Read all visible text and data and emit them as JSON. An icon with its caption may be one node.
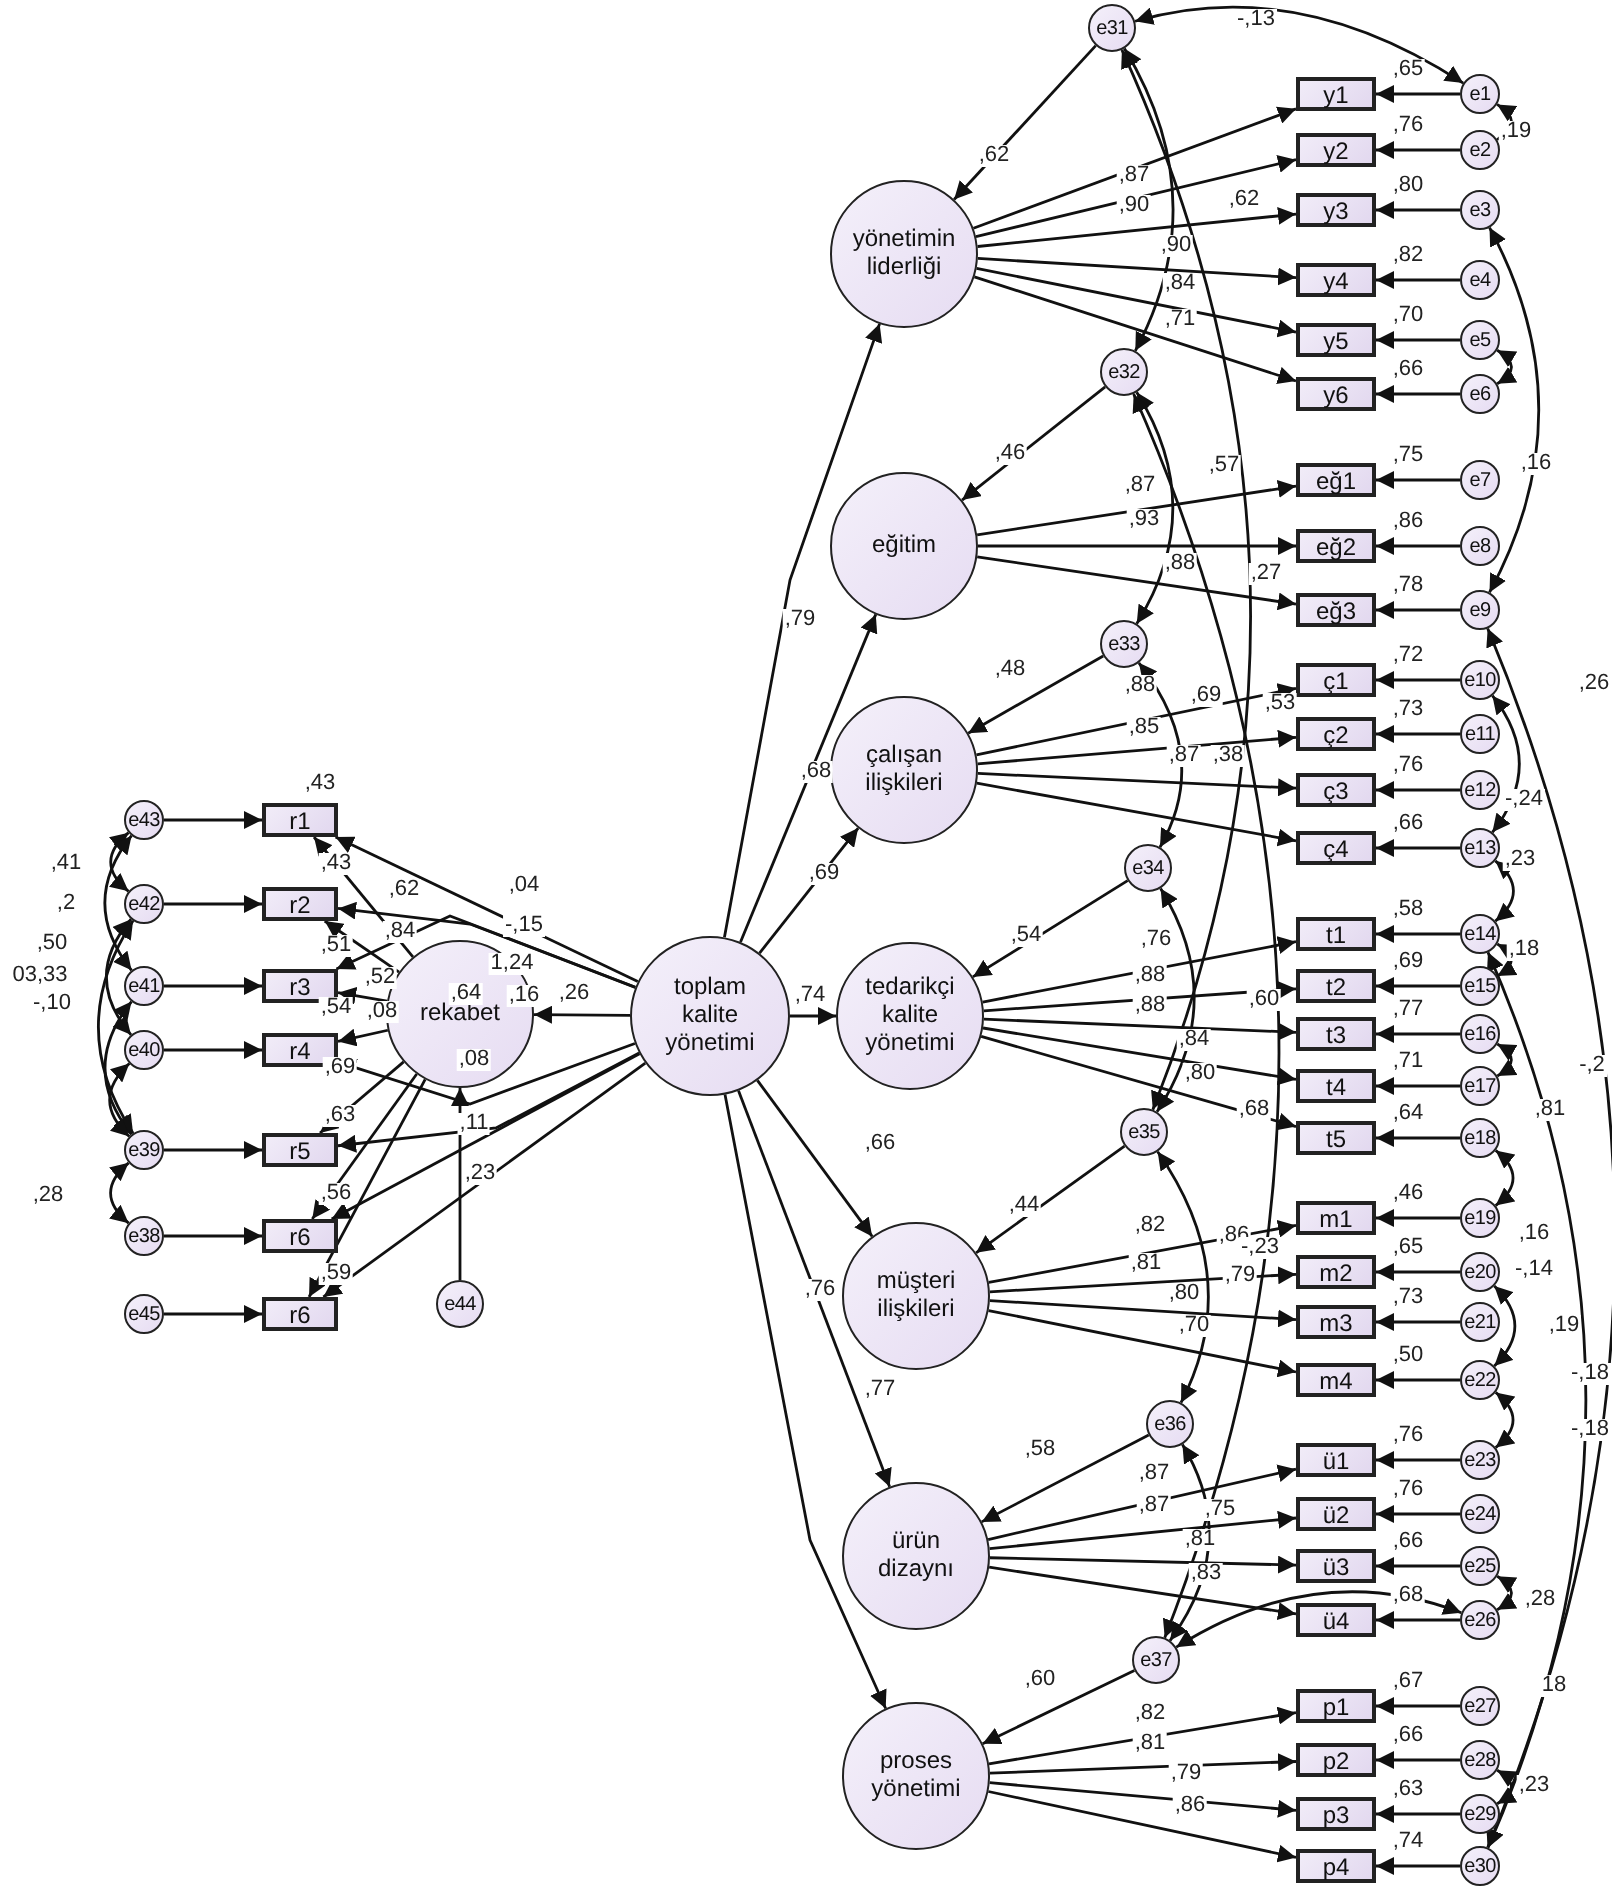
{
  "diagram": {
    "nodes": [
      {
        "text": [
          "yönetimin liderliği"
        ]
      },
      {
        "text": [
          "eğitim"
        ]
      },
      {
        "text": [
          "çalışan ilişkileri"
        ]
      },
      {
        "text": [
          "tedarikçi kalite yönetimi"
        ]
      },
      {
        "text": [
          "müşteri ilişkileri"
        ]
      },
      {
        "text": [
          "ürün dizaynı"
        ]
      },
      {
        "text": [
          "proses yönetimi"
        ]
      },
      {
        "text": [
          "toplam kalite yönetimi"
        ]
      },
      {
        "text": [
          "rekabet"
        ]
      },
      {
        "text": [
          "y1"
        ]
      },
      {
        "text": [
          "y2"
        ]
      },
      {
        "text": [
          "y3"
        ]
      },
      {
        "text": [
          "y4"
        ]
      },
      {
        "text": [
          "y5"
        ]
      },
      {
        "text": [
          "y6"
        ]
      },
      {
        "text": [
          "eğ1"
        ]
      },
      {
        "text": [
          "eğ2"
        ]
      },
      {
        "text": [
          "eğ3"
        ]
      },
      {
        "text": [
          "ç1"
        ]
      },
      {
        "text": [
          "ç2"
        ]
      },
      {
        "text": [
          "ç3"
        ]
      },
      {
        "text": [
          "ç4"
        ]
      },
      {
        "text": [
          "t1"
        ]
      },
      {
        "text": [
          "t2"
        ]
      },
      {
        "text": [
          "t3"
        ]
      },
      {
        "text": [
          "t4"
        ]
      },
      {
        "text": [
          "t5"
        ]
      },
      {
        "text": [
          "m1"
        ]
      },
      {
        "text": [
          "m2"
        ]
      },
      {
        "text": [
          "m3"
        ]
      },
      {
        "text": [
          "m4"
        ]
      },
      {
        "text": [
          "ü1"
        ]
      },
      {
        "text": [
          "ü2"
        ]
      },
      {
        "text": [
          "ü3"
        ]
      },
      {
        "text": [
          "ü4"
        ]
      },
      {
        "text": [
          "p1"
        ]
      },
      {
        "text": [
          "p2"
        ]
      },
      {
        "text": [
          "p3"
        ]
      },
      {
        "text": [
          "p4"
        ]
      },
      {
        "text": [
          "e1"
        ]
      },
      {
        "text": [
          "e2"
        ]
      },
      {
        "text": [
          "e3"
        ]
      },
      {
        "text": [
          "e4"
        ]
      },
      {
        "text": [
          "e5"
        ]
      },
      {
        "text": [
          "e6"
        ]
      },
      {
        "text": [
          "e7"
        ]
      },
      {
        "text": [
          "e8"
        ]
      },
      {
        "text": [
          "e9"
        ]
      },
      {
        "text": [
          "e10"
        ]
      },
      {
        "text": [
          "e11"
        ]
      },
      {
        "text": [
          "e12"
        ]
      },
      {
        "text": [
          "e13"
        ]
      },
      {
        "text": [
          "e14"
        ]
      },
      {
        "text": [
          "e15"
        ]
      },
      {
        "text": [
          "e16"
        ]
      },
      {
        "text": [
          "e17"
        ]
      },
      {
        "text": [
          "e18"
        ]
      },
      {
        "text": [
          "e19"
        ]
      },
      {
        "text": [
          "e20"
        ]
      },
      {
        "text": [
          "e21"
        ]
      },
      {
        "text": [
          "e22"
        ]
      },
      {
        "text": [
          "e23"
        ]
      },
      {
        "text": [
          "e24"
        ]
      },
      {
        "text": [
          "e25"
        ]
      },
      {
        "text": [
          "e26"
        ]
      },
      {
        "text": [
          "e27"
        ]
      },
      {
        "text": [
          "e28"
        ]
      },
      {
        "text": [
          "e29"
        ]
      },
      {
        "text": [
          "e30"
        ]
      },
      {
        "text": [
          "e31"
        ]
      },
      {
        "text": [
          "e32"
        ]
      },
      {
        "text": [
          "e33"
        ]
      },
      {
        "text": [
          "e34"
        ]
      },
      {
        "text": [
          "e35"
        ]
      },
      {
        "text": [
          "e36"
        ]
      },
      {
        "text": [
          "e37"
        ]
      },
      {
        "text": [
          "r1"
        ]
      },
      {
        "text": [
          "r2"
        ]
      },
      {
        "text": [
          "r3"
        ]
      },
      {
        "text": [
          "r4"
        ]
      },
      {
        "text": [
          "r5"
        ]
      },
      {
        "text": [
          "r6"
        ]
      },
      {
        "text": [
          "r6"
        ]
      },
      {
        "text": [
          "e43"
        ]
      },
      {
        "text": [
          "e42"
        ]
      },
      {
        "text": [
          "e41"
        ]
      },
      {
        "text": [
          "e40"
        ]
      },
      {
        "text": [
          "e39"
        ]
      },
      {
        "text": [
          "e38"
        ]
      },
      {
        "text": [
          "e45"
        ]
      },
      {
        "text": [
          "e44"
        ]
      }
    ],
    "edges": [
      {
        "from": 7,
        "to": 0,
        "arrow": "to"
      },
      {
        "from": 7,
        "to": 1,
        "arrow": "to"
      },
      {
        "from": 7,
        "to": 2,
        "arrow": "to"
      },
      {
        "from": 7,
        "to": 3,
        "arrow": "to"
      },
      {
        "from": 7,
        "to": 4,
        "arrow": "to"
      },
      {
        "from": 7,
        "to": 5,
        "arrow": "to"
      },
      {
        "from": 7,
        "to": 6,
        "arrow": "to"
      },
      {
        "from": 7,
        "to": 8,
        "arrow": "to"
      },
      {
        "from": 7,
        "to": 76,
        "arrow": "to"
      },
      {
        "from": 7,
        "to": 77,
        "arrow": "to"
      },
      {
        "from": 7,
        "to": 78,
        "arrow": "to"
      },
      {
        "from": 7,
        "to": 79,
        "arrow": "to"
      },
      {
        "from": 7,
        "to": 80,
        "arrow": "to"
      },
      {
        "from": 7,
        "to": 81,
        "arrow": "to"
      },
      {
        "from": 7,
        "to": 82,
        "arrow": "to"
      },
      {
        "from": 8,
        "to": 76,
        "arrow": "to"
      },
      {
        "from": 8,
        "to": 77,
        "arrow": "to"
      },
      {
        "from": 8,
        "to": 78,
        "arrow": "to"
      },
      {
        "from": 8,
        "to": 79,
        "arrow": "to"
      },
      {
        "from": 8,
        "to": 80,
        "arrow": "to"
      },
      {
        "from": 8,
        "to": 81,
        "arrow": "to"
      },
      {
        "from": 8,
        "to": 82,
        "arrow": "to"
      },
      {
        "from": 83,
        "to": 76,
        "arrow": "to"
      },
      {
        "from": 84,
        "to": 77,
        "arrow": "to"
      },
      {
        "from": 85,
        "to": 78,
        "arrow": "to"
      },
      {
        "from": 86,
        "to": 79,
        "arrow": "to"
      },
      {
        "from": 87,
        "to": 80,
        "arrow": "to"
      },
      {
        "from": 88,
        "to": 81,
        "arrow": "to"
      },
      {
        "from": 89,
        "to": 82,
        "arrow": "to"
      },
      {
        "from": 90,
        "to": 8,
        "arrow": "to"
      },
      {
        "from": 0,
        "to": 9,
        "arrow": "to"
      },
      {
        "from": 0,
        "to": 10,
        "arrow": "to"
      },
      {
        "from": 0,
        "to": 11,
        "arrow": "to"
      },
      {
        "from": 0,
        "to": 12,
        "arrow": "to"
      },
      {
        "from": 0,
        "to": 13,
        "arrow": "to"
      },
      {
        "from": 0,
        "to": 14,
        "arrow": "to"
      },
      {
        "from": 1,
        "to": 15,
        "arrow": "to"
      },
      {
        "from": 1,
        "to": 16,
        "arrow": "to"
      },
      {
        "from": 1,
        "to": 17,
        "arrow": "to"
      },
      {
        "from": 2,
        "to": 18,
        "arrow": "to"
      },
      {
        "from": 2,
        "to": 19,
        "arrow": "to"
      },
      {
        "from": 2,
        "to": 20,
        "arrow": "to"
      },
      {
        "from": 2,
        "to": 21,
        "arrow": "to"
      },
      {
        "from": 3,
        "to": 22,
        "arrow": "to"
      },
      {
        "from": 3,
        "to": 23,
        "arrow": "to"
      },
      {
        "from": 3,
        "to": 24,
        "arrow": "to"
      },
      {
        "from": 3,
        "to": 25,
        "arrow": "to"
      },
      {
        "from": 3,
        "to": 26,
        "arrow": "to"
      },
      {
        "from": 4,
        "to": 27,
        "arrow": "to"
      },
      {
        "from": 4,
        "to": 28,
        "arrow": "to"
      },
      {
        "from": 4,
        "to": 29,
        "arrow": "to"
      },
      {
        "from": 4,
        "to": 30,
        "arrow": "to"
      },
      {
        "from": 5,
        "to": 31,
        "arrow": "to"
      },
      {
        "from": 5,
        "to": 32,
        "arrow": "to"
      },
      {
        "from": 5,
        "to": 33,
        "arrow": "to"
      },
      {
        "from": 5,
        "to": 34,
        "arrow": "to"
      },
      {
        "from": 6,
        "to": 35,
        "arrow": "to"
      },
      {
        "from": 6,
        "to": 36,
        "arrow": "to"
      },
      {
        "from": 6,
        "to": 37,
        "arrow": "to"
      },
      {
        "from": 6,
        "to": 38,
        "arrow": "to"
      },
      {
        "from": 39,
        "to": 9,
        "arrow": "to"
      },
      {
        "from": 40,
        "to": 10,
        "arrow": "to"
      },
      {
        "from": 41,
        "to": 11,
        "arrow": "to"
      },
      {
        "from": 42,
        "to": 12,
        "arrow": "to"
      },
      {
        "from": 43,
        "to": 13,
        "arrow": "to"
      },
      {
        "from": 44,
        "to": 14,
        "arrow": "to"
      },
      {
        "from": 45,
        "to": 15,
        "arrow": "to"
      },
      {
        "from": 46,
        "to": 16,
        "arrow": "to"
      },
      {
        "from": 47,
        "to": 17,
        "arrow": "to"
      },
      {
        "from": 48,
        "to": 18,
        "arrow": "to"
      },
      {
        "from": 49,
        "to": 19,
        "arrow": "to"
      },
      {
        "from": 50,
        "to": 20,
        "arrow": "to"
      },
      {
        "from": 51,
        "to": 21,
        "arrow": "to"
      },
      {
        "from": 52,
        "to": 22,
        "arrow": "to"
      },
      {
        "from": 53,
        "to": 23,
        "arrow": "to"
      },
      {
        "from": 54,
        "to": 24,
        "arrow": "to"
      },
      {
        "from": 55,
        "to": 25,
        "arrow": "to"
      },
      {
        "from": 56,
        "to": 26,
        "arrow": "to"
      },
      {
        "from": 57,
        "to": 27,
        "arrow": "to"
      },
      {
        "from": 58,
        "to": 28,
        "arrow": "to"
      },
      {
        "from": 59,
        "to": 29,
        "arrow": "to"
      },
      {
        "from": 60,
        "to": 30,
        "arrow": "to"
      },
      {
        "from": 61,
        "to": 31,
        "arrow": "to"
      },
      {
        "from": 62,
        "to": 32,
        "arrow": "to"
      },
      {
        "from": 63,
        "to": 33,
        "arrow": "to"
      },
      {
        "from": 64,
        "to": 34,
        "arrow": "to"
      },
      {
        "from": 65,
        "to": 35,
        "arrow": "to"
      },
      {
        "from": 66,
        "to": 36,
        "arrow": "to"
      },
      {
        "from": 67,
        "to": 37,
        "arrow": "to"
      },
      {
        "from": 68,
        "to": 38,
        "arrow": "to"
      },
      {
        "from": 69,
        "to": 0,
        "arrow": "to"
      },
      {
        "from": 70,
        "to": 1,
        "arrow": "to"
      },
      {
        "from": 71,
        "to": 2,
        "arrow": "to"
      },
      {
        "from": 72,
        "to": 3,
        "arrow": "to"
      },
      {
        "from": 73,
        "to": 4,
        "arrow": "to"
      },
      {
        "from": 74,
        "to": 5,
        "arrow": "to"
      },
      {
        "from": 75,
        "to": 6,
        "arrow": "to"
      },
      {
        "from": 69,
        "to": 39,
        "arrow": "both"
      },
      {
        "from": 39,
        "to": 40,
        "arrow": "both"
      },
      {
        "from": 43,
        "to": 44,
        "arrow": "both"
      },
      {
        "from": 41,
        "to": 47,
        "arrow": "both"
      },
      {
        "from": 48,
        "to": 51,
        "arrow": "both"
      },
      {
        "from": 51,
        "to": 52,
        "arrow": "both"
      },
      {
        "from": 52,
        "to": 53,
        "arrow": "both"
      },
      {
        "from": 54,
        "to": 55,
        "arrow": "both"
      },
      {
        "from": 56,
        "to": 57,
        "arrow": "both"
      },
      {
        "from": 58,
        "to": 60,
        "arrow": "both"
      },
      {
        "from": 60,
        "to": 61,
        "arrow": "both"
      },
      {
        "from": 63,
        "to": 64,
        "arrow": "both"
      },
      {
        "from": 64,
        "to": 75,
        "arrow": "both"
      },
      {
        "from": 66,
        "to": 67,
        "arrow": "both"
      },
      {
        "from": 47,
        "to": 68,
        "arrow": "both"
      },
      {
        "from": 52,
        "to": 68,
        "arrow": "both"
      },
      {
        "from": 69,
        "to": 70,
        "arrow": "both"
      },
      {
        "from": 70,
        "to": 71,
        "arrow": "both"
      },
      {
        "from": 71,
        "to": 72,
        "arrow": "both"
      },
      {
        "from": 72,
        "to": 73,
        "arrow": "both"
      },
      {
        "from": 73,
        "to": 74,
        "arrow": "both"
      },
      {
        "from": 74,
        "to": 75,
        "arrow": "both"
      },
      {
        "from": 69,
        "to": 73,
        "arrow": "both"
      },
      {
        "from": 70,
        "to": 75,
        "arrow": "both"
      },
      {
        "from": 83,
        "to": 84,
        "arrow": "both"
      },
      {
        "from": 83,
        "to": 85,
        "arrow": "both"
      },
      {
        "from": 84,
        "to": 86,
        "arrow": "both"
      },
      {
        "from": 85,
        "to": 87,
        "arrow": "both"
      },
      {
        "from": 84,
        "to": 87,
        "arrow": "both"
      },
      {
        "from": 87,
        "to": 88,
        "arrow": "both"
      },
      {
        "from": 86,
        "to": 87,
        "arrow": "both"
      }
    ],
    "labels": [
      ",43",
      ",41",
      ",2",
      ",50",
      "03,33",
      "-,10",
      ",28",
      ",43",
      ",62",
      ",04",
      ",51",
      ",84",
      "-,15",
      ",52",
      "1,24",
      ",16",
      ",54",
      ",08",
      ",64",
      ",26",
      ",08",
      ",69",
      ",63",
      ",11",
      ",23",
      ",56",
      ",59",
      ",79",
      ",68",
      ",69",
      ",74",
      ",66",
      ",76",
      ",77",
      ",62",
      ",46",
      ",48",
      ",54",
      ",44",
      ",58",
      ",60",
      ",87",
      ",90",
      ",62",
      ",90",
      ",84",
      ",71",
      ",87",
      ",57",
      ",93",
      ",88",
      ",27",
      ",88",
      ",69",
      ",53",
      ",85",
      ",87",
      ",38",
      ",76",
      ",88",
      ",88",
      ",60",
      ",84",
      ",80",
      ",68",
      ",82",
      ",86",
      "-,23",
      ",81",
      ",79",
      ",80",
      ",70",
      ",87",
      ",87",
      ",75",
      ",81",
      ",83",
      ",82",
      ",81",
      ",79",
      ",86",
      ",65",
      ",76",
      ",80",
      ",82",
      ",70",
      ",66",
      ",75",
      ",86",
      ",78",
      ",72",
      ",73",
      ",76",
      ",66",
      ",58",
      ",69",
      ",77",
      ",71",
      ",64",
      ",46",
      ",65",
      ",73",
      ",50",
      ",76",
      ",76",
      ",66",
      ",68",
      ",67",
      ",66",
      ",63",
      ",74",
      "-,13",
      ",19",
      ",16",
      ",26",
      "-,24",
      ",23",
      ",18",
      "-,2",
      ",81",
      ",16",
      "-,14",
      ",19",
      "-,18",
      "-,18",
      ",28",
      "18",
      ",23"
    ]
  }
}
